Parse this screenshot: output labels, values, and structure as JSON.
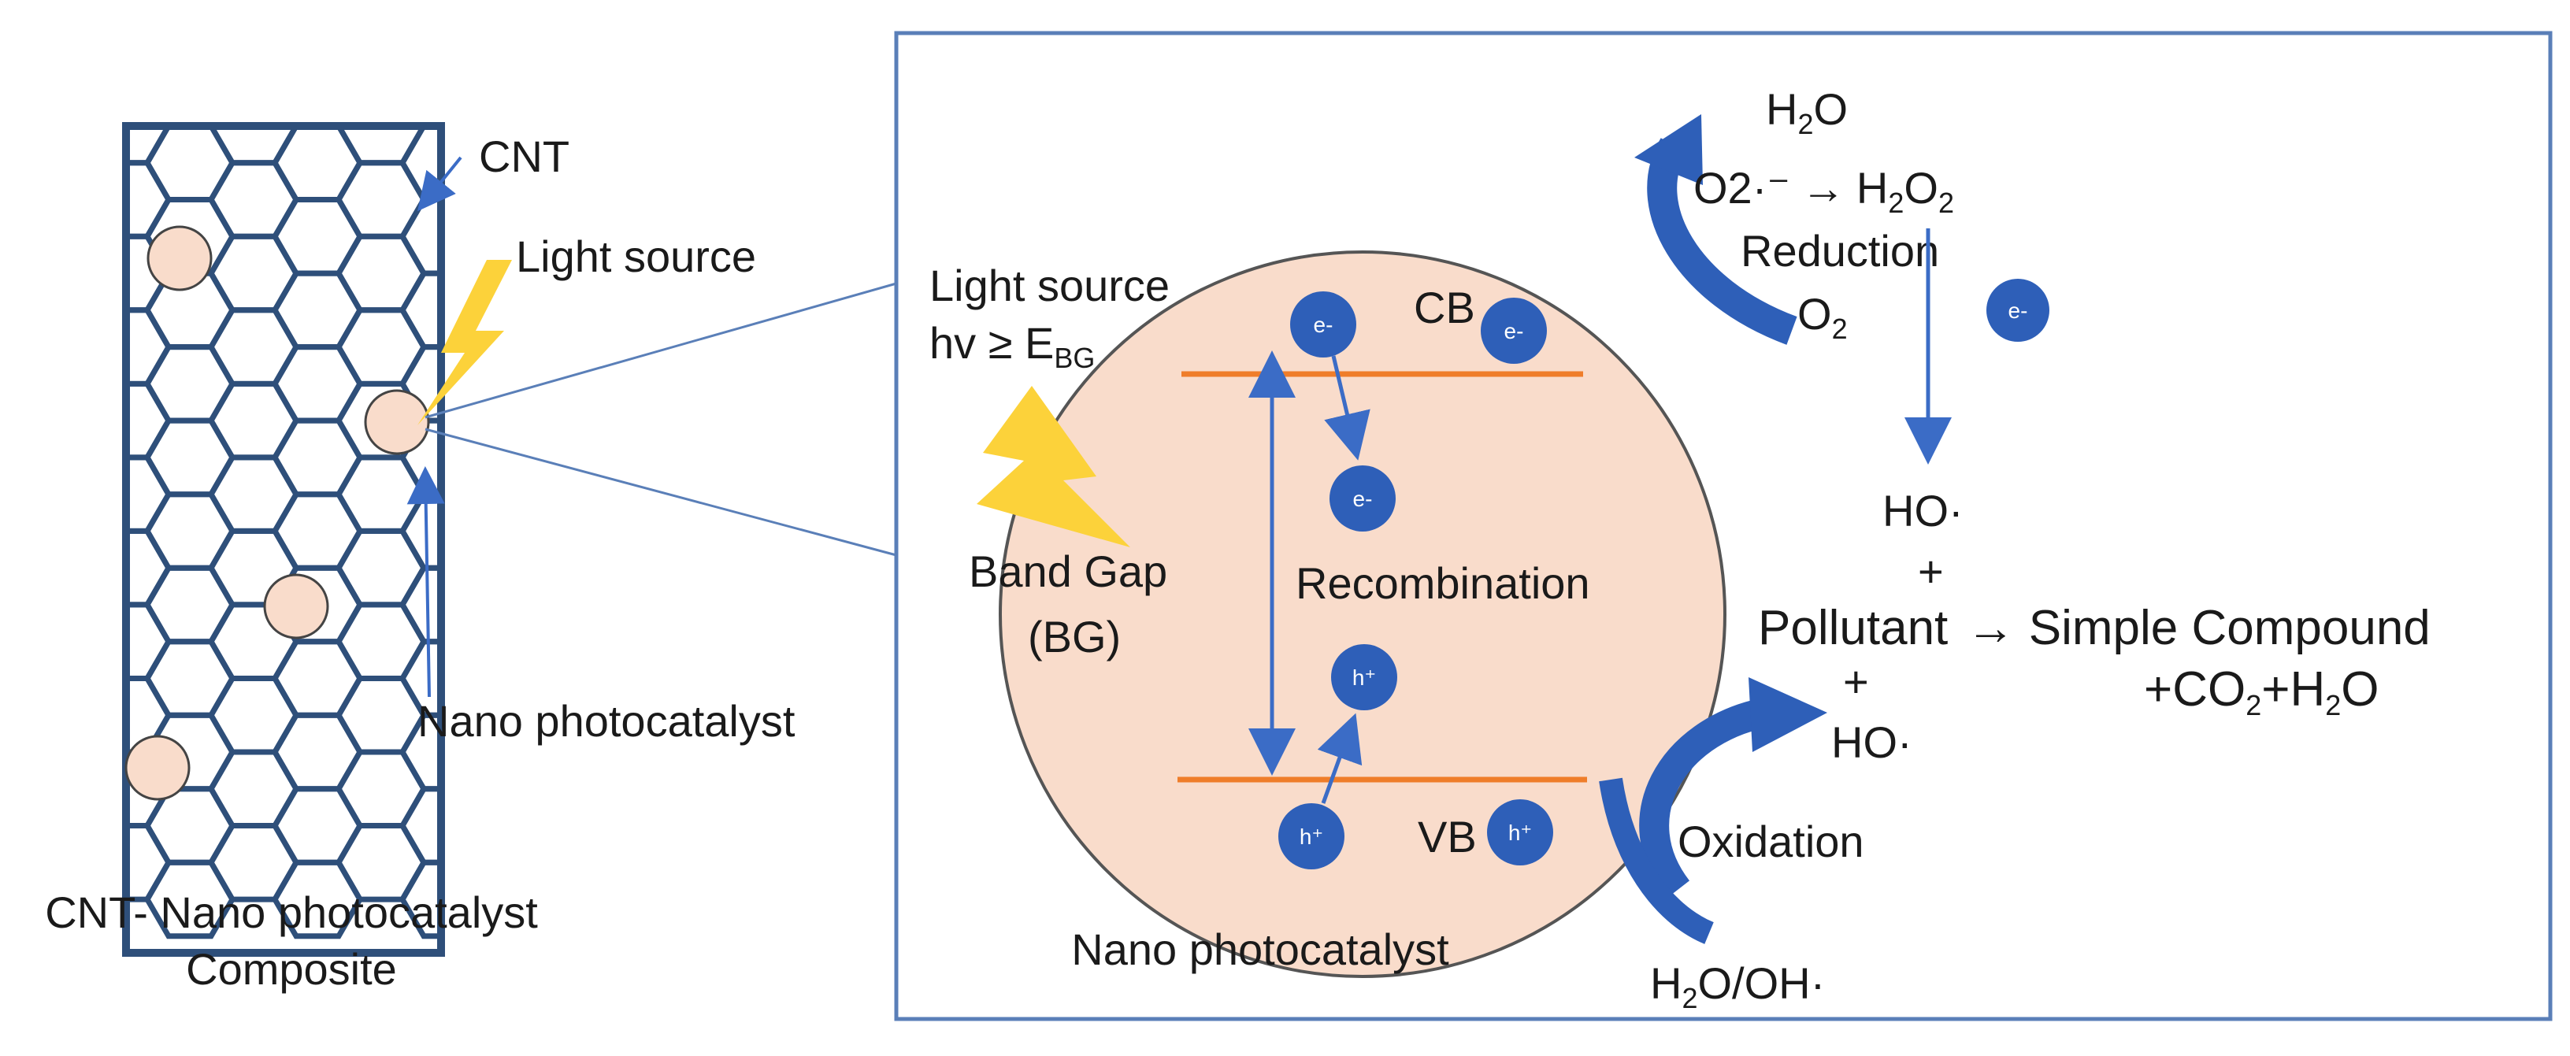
{
  "left_panel": {
    "cnt_label": "CNT",
    "light_source_label": "Light source",
    "nano_photocatalyst_label": "Nano photocatalyst",
    "caption_line1": "CNT- Nano photocatalyst",
    "caption_line2": "Composite"
  },
  "right_panel": {
    "light_source_line1": "Light source",
    "light_source_line2_prefix": "hv ≥ E",
    "light_source_line2_sub": "BG",
    "band_gap_line1": "Band Gap",
    "band_gap_line2": "(BG)",
    "cb_label": "CB",
    "vb_label": "VB",
    "recombination_label": "Recombination",
    "particle_caption": "Nano photocatalyst",
    "electron_label": "e-",
    "hole_label": "h⁺",
    "reduction": {
      "water_prefix": "H",
      "water_sub": "2",
      "water_suffix": "O",
      "superoxide": "O2·⁻",
      "arrow": "→",
      "peroxide_prefix": "H",
      "peroxide_sub1": "2",
      "peroxide_mid": "O",
      "peroxide_sub2": "2",
      "label": "Reduction",
      "oxygen_prefix": "O",
      "oxygen_sub": "2"
    },
    "hydroxyl_top": "HO·",
    "plus_top": "+",
    "pollutant_line_prefix": "Pollutant ",
    "pollutant_arrow": "→",
    "pollutant_line_suffix": " Simple Compound",
    "products_co2_prefix": "+CO",
    "products_co2_sub": "2",
    "products_h2o_prefix": "+H",
    "products_h2o_sub": "2",
    "products_h2o_suffix": "O",
    "plus_bottom": "+",
    "hydroxyl_bottom": "HO·",
    "oxidation_label": "Oxidation",
    "h2o_oh_prefix": "H",
    "h2o_oh_sub": "2",
    "h2o_oh_suffix": "O/OH·"
  },
  "colors": {
    "mesh": "#2e4f7a",
    "accent_blue": "#3b6cc6",
    "particle_fill": "#f9dccb",
    "band_line": "#ef7d2a",
    "bolt": "#fcd23a",
    "badge": "#2e5fb8",
    "frame": "#5a7fb8"
  }
}
